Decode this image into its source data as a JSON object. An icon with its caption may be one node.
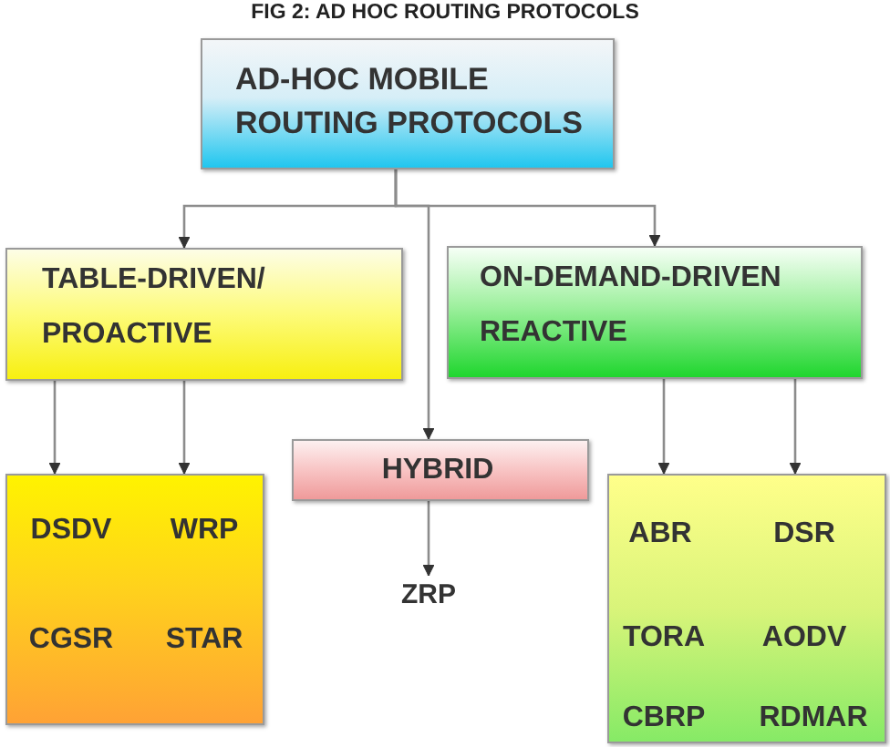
{
  "diagram": {
    "title": "FIG 2: AD HOC ROUTING PROTOCOLS",
    "nodes": [
      {
        "text": [
          "AD-HOC MOBILE ROUTING PROTOCOLS"
        ]
      },
      {
        "text": [
          "TABLE-DRIVEN/ PROACTIVE"
        ]
      },
      {
        "text": [
          "ON-DEMAND-DRIVEN REACTIVE"
        ]
      },
      {
        "text": [
          "HYBRID"
        ]
      },
      {
        "text": [
          "DSDV",
          "WRP",
          "CGSR",
          "STAR"
        ]
      },
      {
        "text": [
          "ZRP"
        ]
      },
      {
        "text": [
          "ABR",
          "DSR",
          "TORA",
          "AODV",
          "CBRP",
          "RDMAR"
        ]
      }
    ],
    "edges": [
      {
        "from": 0,
        "to": 1,
        "arrow": "to"
      },
      {
        "from": 0,
        "to": 3,
        "arrow": "to"
      },
      {
        "from": 0,
        "to": 2,
        "arrow": "to"
      },
      {
        "from": 1,
        "to": 4,
        "arrow": "to"
      },
      {
        "from": 1,
        "to": 4,
        "arrow": "to"
      },
      {
        "from": 3,
        "to": 5,
        "arrow": "to"
      },
      {
        "from": 2,
        "to": 6,
        "arrow": "to"
      },
      {
        "from": 2,
        "to": 6,
        "arrow": "to"
      }
    ]
  }
}
